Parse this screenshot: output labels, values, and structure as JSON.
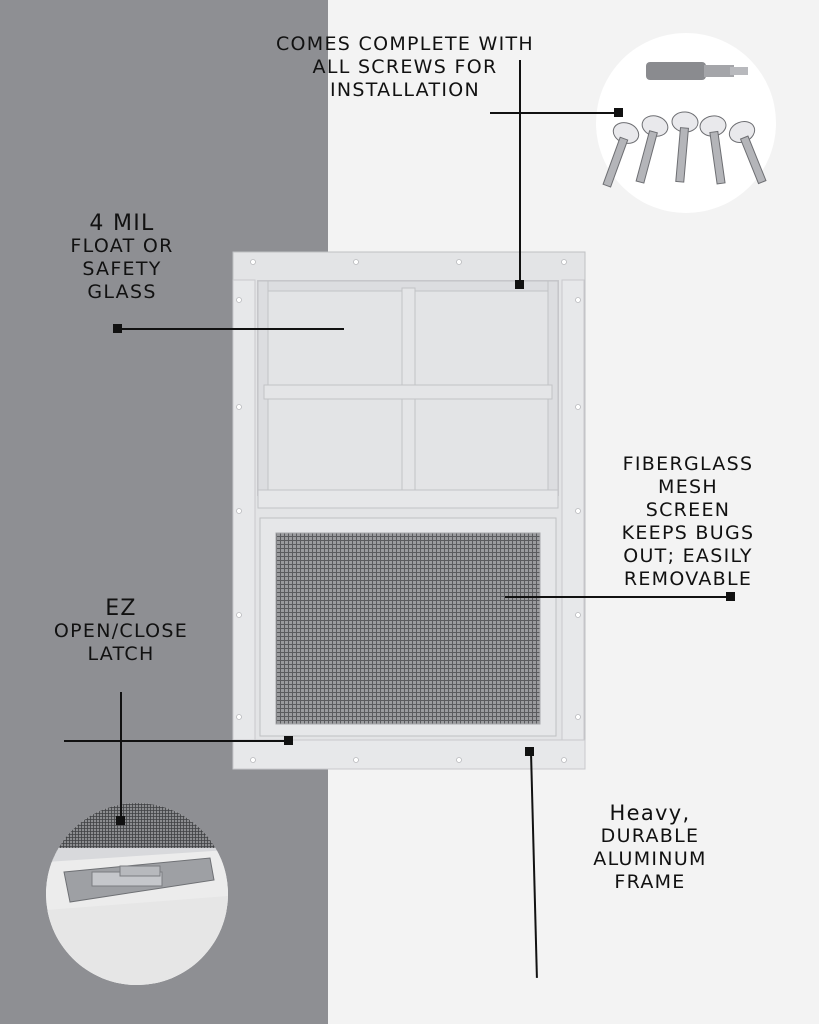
{
  "callouts": {
    "screws": {
      "line1": "Comes complete with",
      "line2": "all screws for",
      "line3": "installation"
    },
    "glass": {
      "line1": "4 mil",
      "line2": "float or",
      "line3": "safety",
      "line4": "glass"
    },
    "screen": {
      "line1": "Fiberglass",
      "line2": "mesh",
      "line3": "screen",
      "line4": "keeps bugs",
      "line5": "out; easily",
      "line6": "removable"
    },
    "latch": {
      "line1": "EZ",
      "line2": "open/close",
      "line3": "latch"
    },
    "frame": {
      "line1": "Heavy,",
      "line2": "durable",
      "line3": "aluminum",
      "line4": "frame"
    }
  },
  "colors": {
    "left_wall": "#8e8f93",
    "right_wall": "#f3f3f3",
    "frame": "#e2e3e5",
    "text": "#111111"
  },
  "icons": [
    "screws-icon",
    "window-icon",
    "latch-icon"
  ]
}
